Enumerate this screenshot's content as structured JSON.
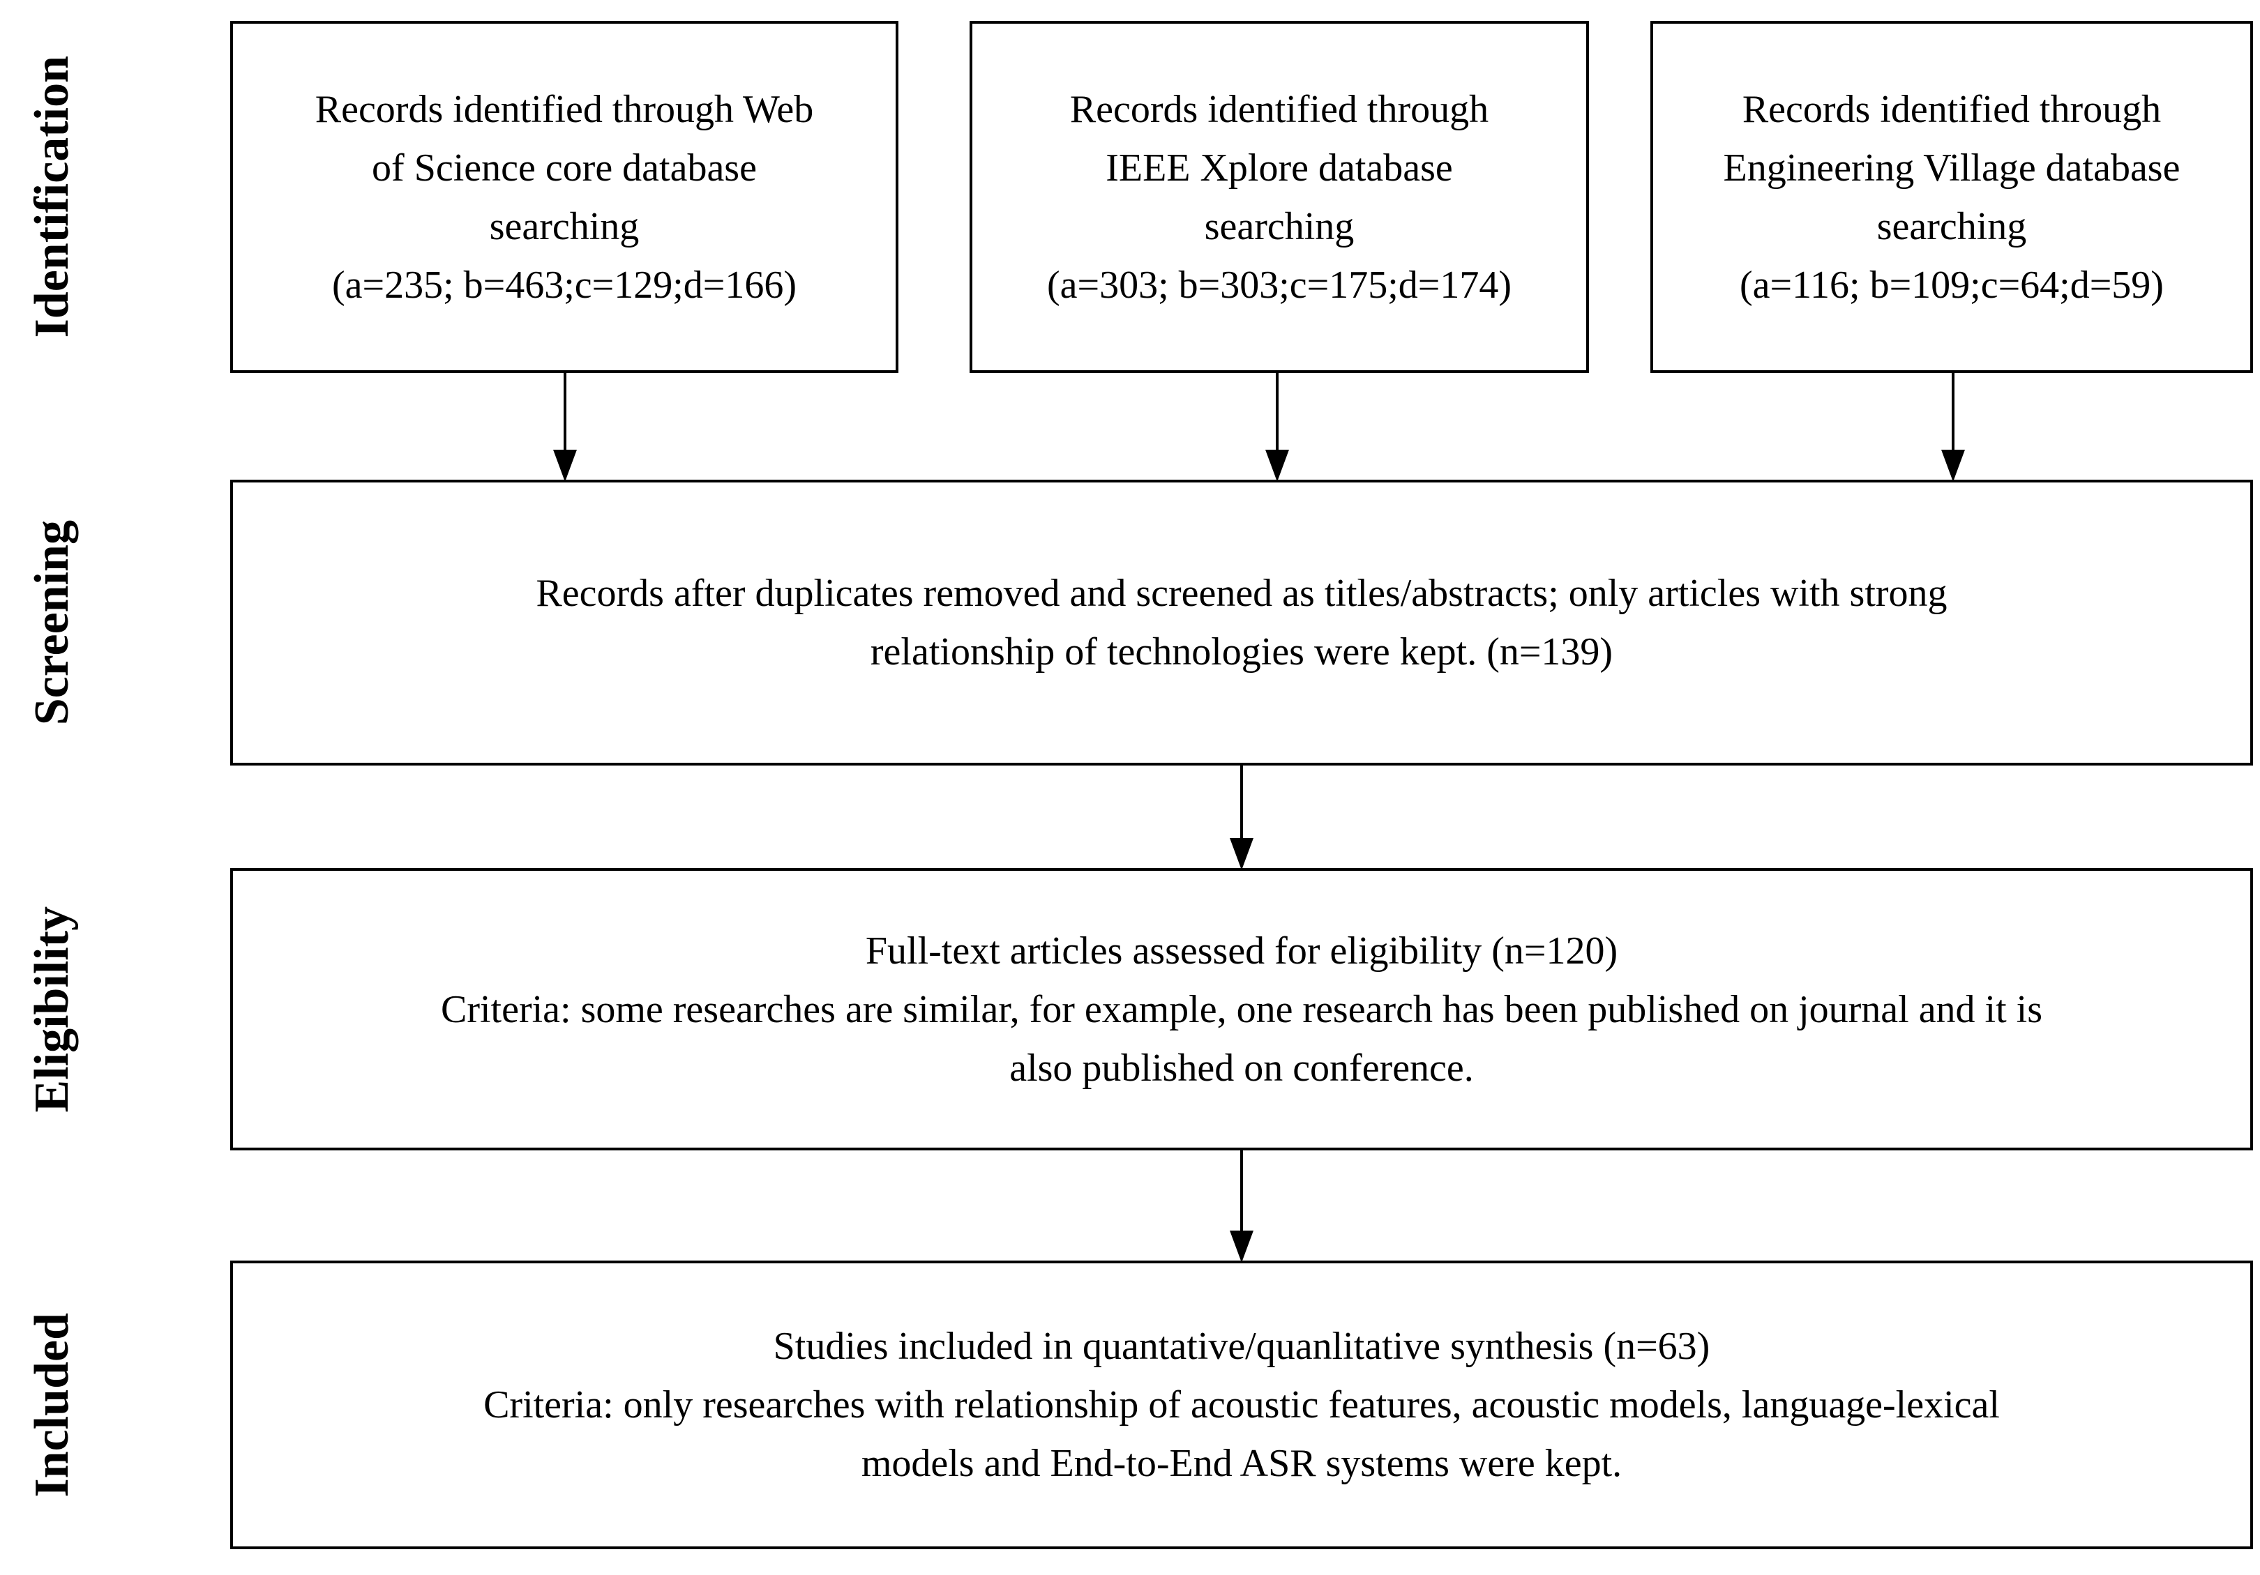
{
  "figure": {
    "type": "prisma-flow-diagram",
    "title": ""
  },
  "stage_labels": [
    "Identification",
    "Screening",
    "Eligibility",
    "Included"
  ],
  "boxes": {
    "web_of_science": "Records identified through Web\nof Science core database\nsearching\n(a=235; b=463;c=129;d=166)",
    "ieee_xplore": "Records identified through\nIEEE Xplore database\nsearching\n(a=303; b=303;c=175;d=174)",
    "engineering_village": "Records identified through\nEngineering Village database\nsearching\n(a=116; b=109;c=64;d=59)",
    "screening": "Records after duplicates removed and screened as titles/abstracts;  only articles with strong\nrelationship of technologies were kept. (n=139)",
    "eligibility": "Full-text articles assessed for eligibility (n=120)\nCriteria: some researches are similar, for example, one research has been published on journal and it is\nalso published on conference.",
    "included": "Studies included in quantative/quanlitative synthesis (n=63)\nCriteria: only researches with relationship of acoustic features, acoustic models, language-lexical\nmodels and End-to-End ASR systems were kept."
  },
  "icons": {
    "arrow_down": "arrow-down"
  },
  "colors": {
    "ink": "#000000",
    "background": "#ffffff"
  }
}
